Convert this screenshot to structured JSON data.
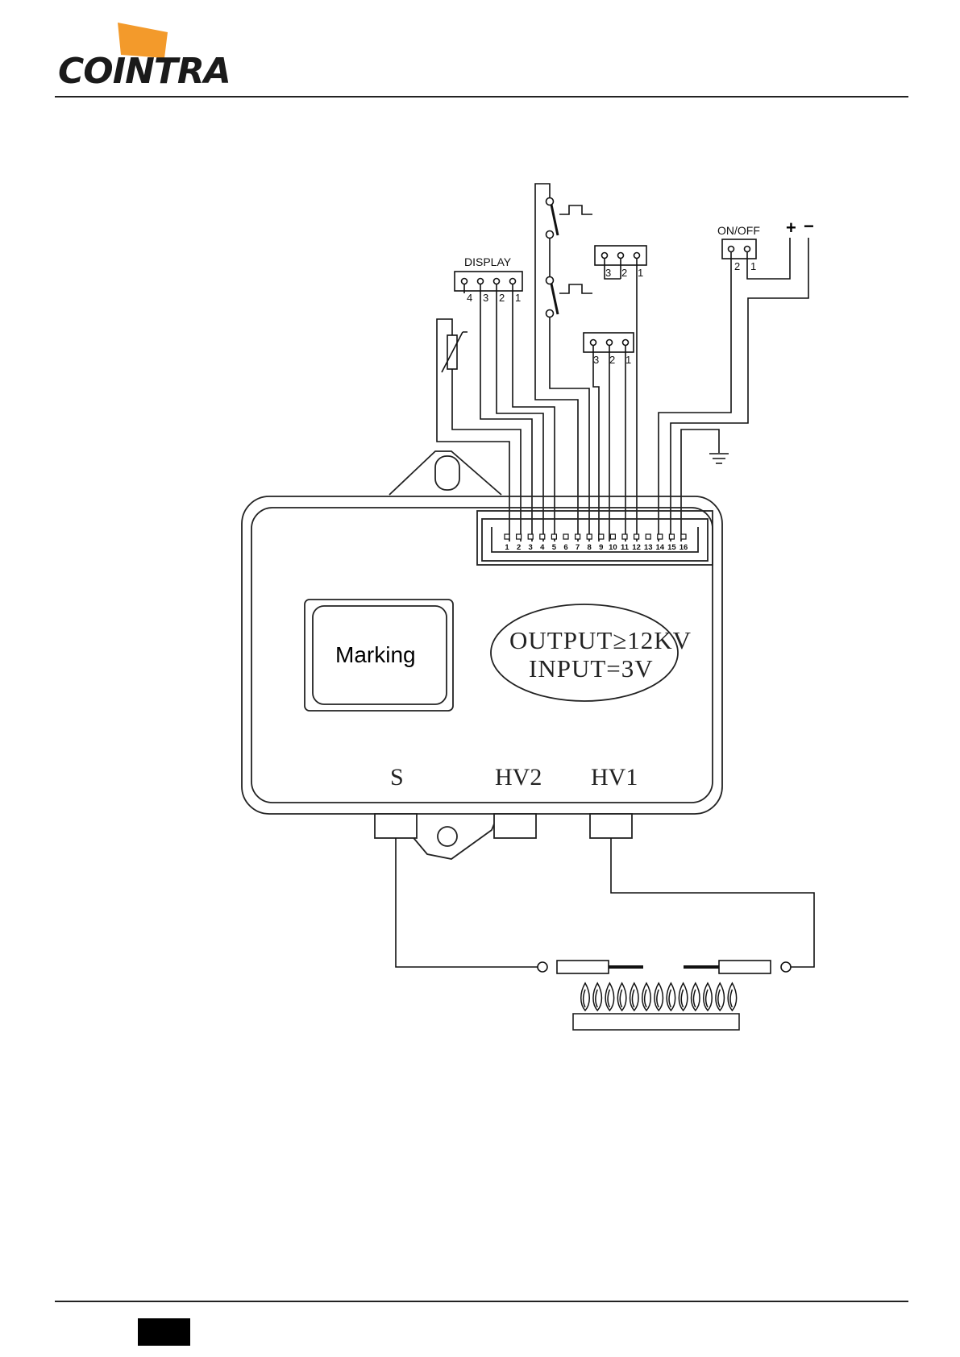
{
  "header": {
    "brand": "COINTRA",
    "accent_color": "#F39A2B",
    "line_color": "#222222"
  },
  "diagram": {
    "display_connector": {
      "label": "DISPLAY",
      "pins": [
        "4",
        "3",
        "2",
        "1"
      ]
    },
    "onoff_connector": {
      "label": "ON/OFF",
      "pins": [
        "2",
        "1"
      ]
    },
    "battery": {
      "plus": "+",
      "minus": "−"
    },
    "connector_a": {
      "pins": [
        "3",
        "2",
        "1"
      ]
    },
    "connector_b": {
      "pins": [
        "3",
        "2",
        "1"
      ]
    },
    "main_connector_pins": [
      "1",
      "2",
      "3",
      "4",
      "5",
      "6",
      "7",
      "8",
      "9",
      "10",
      "11",
      "12",
      "13",
      "14",
      "15",
      "16"
    ],
    "module": {
      "marking": "Marking",
      "output_text": "OUTPUT≥12KV",
      "input_text": "INPUT=3V",
      "terminals": [
        "S",
        "HV2",
        "HV1"
      ]
    }
  },
  "footer": {
    "page_box_color": "#000000"
  }
}
